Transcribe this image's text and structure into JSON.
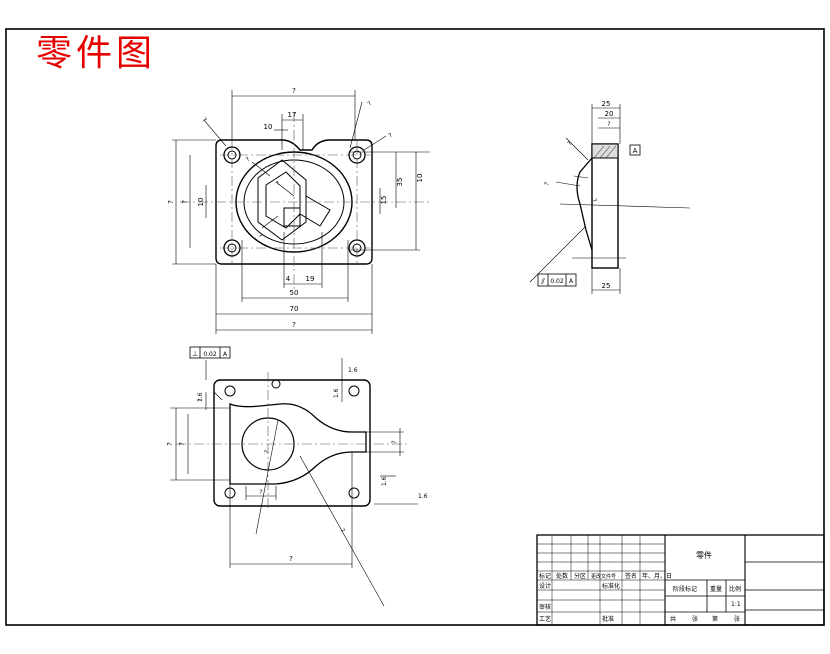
{
  "header": {
    "title": "零件图"
  },
  "top_view": {
    "dim_top_width": "?",
    "dim_top_small": "17",
    "dim_left_small": "10",
    "dim_left_outer": "?",
    "dim_left_inner": "?",
    "dim_left_short": "10",
    "dim_right_a": "35",
    "dim_right_b": "10",
    "dim_right_c": "15",
    "dim_bottom_a": "4",
    "dim_bottom_b": "19",
    "dim_bottom_c": "50",
    "dim_bottom_d": "70",
    "dim_bottom_e": "?",
    "label_r_top": "?",
    "label_r_corner": "?",
    "label_r_inner": "?",
    "label_r_slot": "?",
    "label_r_slot2": "?",
    "label_surface": "?"
  },
  "side_view": {
    "dim_top_a": "25",
    "dim_top_b": "20",
    "dim_top_c": "?",
    "dim_bottom": "25",
    "datum": "A",
    "tolerance_value": "0.02",
    "tolerance_datum": "A",
    "label_r_a": "?",
    "label_r_b": "?",
    "label_r_c": "?"
  },
  "front_view": {
    "tolerance_value": "0.02",
    "tolerance_datum": "A",
    "dim_left_outer": "?",
    "dim_left_inner": "?",
    "dim_left_small": "?",
    "dim_bottom_a": "?",
    "dim_bottom_b": "?",
    "label_r_center": "?",
    "label_r_lower": "?",
    "dim_right": "?",
    "rough_a": "1.6",
    "rough_b": "1.6",
    "rough_c": "1.6",
    "rough_d": "1.6",
    "rough_e": "1.6"
  },
  "title_block": {
    "part_name": "零件",
    "row_labels": [
      "标记",
      "处数",
      "分区",
      "更改文件号",
      "签名",
      "年、月、日"
    ],
    "designer": "设计",
    "standard": "标准化",
    "review": "审核",
    "process": "工艺",
    "approve": "批准",
    "stage_mark": "阶段标记",
    "weight": "重量",
    "scale": "比例",
    "scale_value": "1:1",
    "sheets": [
      "共",
      "张",
      "第",
      "张"
    ]
  }
}
